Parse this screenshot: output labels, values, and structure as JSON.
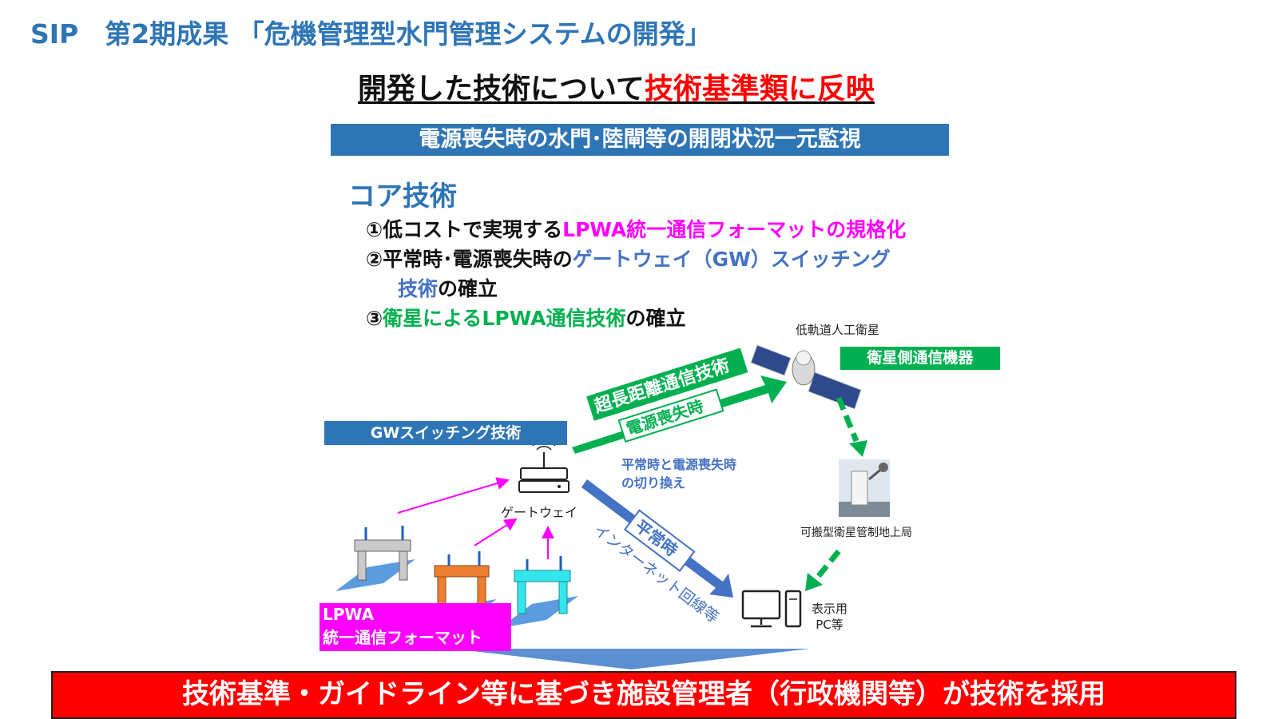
{
  "page_title": "SIP　第2期成果 「危機管理型水門管理システムの開発」",
  "main_heading": {
    "part1": "開発した技術について",
    "part2": "技術基準類に反映"
  },
  "banner": "電源喪失時の水門･陸閘等の開閉状況一元監視",
  "core": {
    "heading": "コア技術",
    "item1": {
      "prefix": "①低コストで実現する",
      "highlight": "LPWA統一通信フォーマットの規格化"
    },
    "item2": {
      "prefix": "②平常時･電源喪失時の",
      "highlight": "ゲートウェイ（GW）スイッチング",
      "line2_highlight": "技術",
      "line2_suffix": "の確立"
    },
    "item3": {
      "prefix": "③",
      "highlight": "衛星によるLPWA通信技術",
      "suffix": "の確立"
    }
  },
  "diagram": {
    "satellite_label": "低軌道人工衛星",
    "satellite_equipment": "衛星側通信機器",
    "long_distance": "超長距離通信技術",
    "power_loss": "電源喪失時",
    "gw_switching": "GWスイッチング技術",
    "switch_note_1": "平常時と電源喪失時",
    "switch_note_2": "の切り換え",
    "gateway_label": "ゲートウェイ",
    "normal": "平常時",
    "internet": "インターネット回線等",
    "ground_station": "可搬型衛星管制地上局",
    "pc_label_1": "表示用",
    "pc_label_2": "PC等",
    "lpwa_line1": "LPWA",
    "lpwa_line2": "統一通信フォーマット",
    "device_colors": [
      "#c9c9c9",
      "#ed7d31",
      "#33e6ec"
    ]
  },
  "bottom_bar": "技術基準・ガイドライン等に基づき施設管理者（行政機関等）が技術を採用",
  "colors": {
    "title_blue": "#2e75b6",
    "red": "#ff0000",
    "magenta": "#ff00ff",
    "green": "#00b050",
    "link_blue": "#4472c4"
  }
}
